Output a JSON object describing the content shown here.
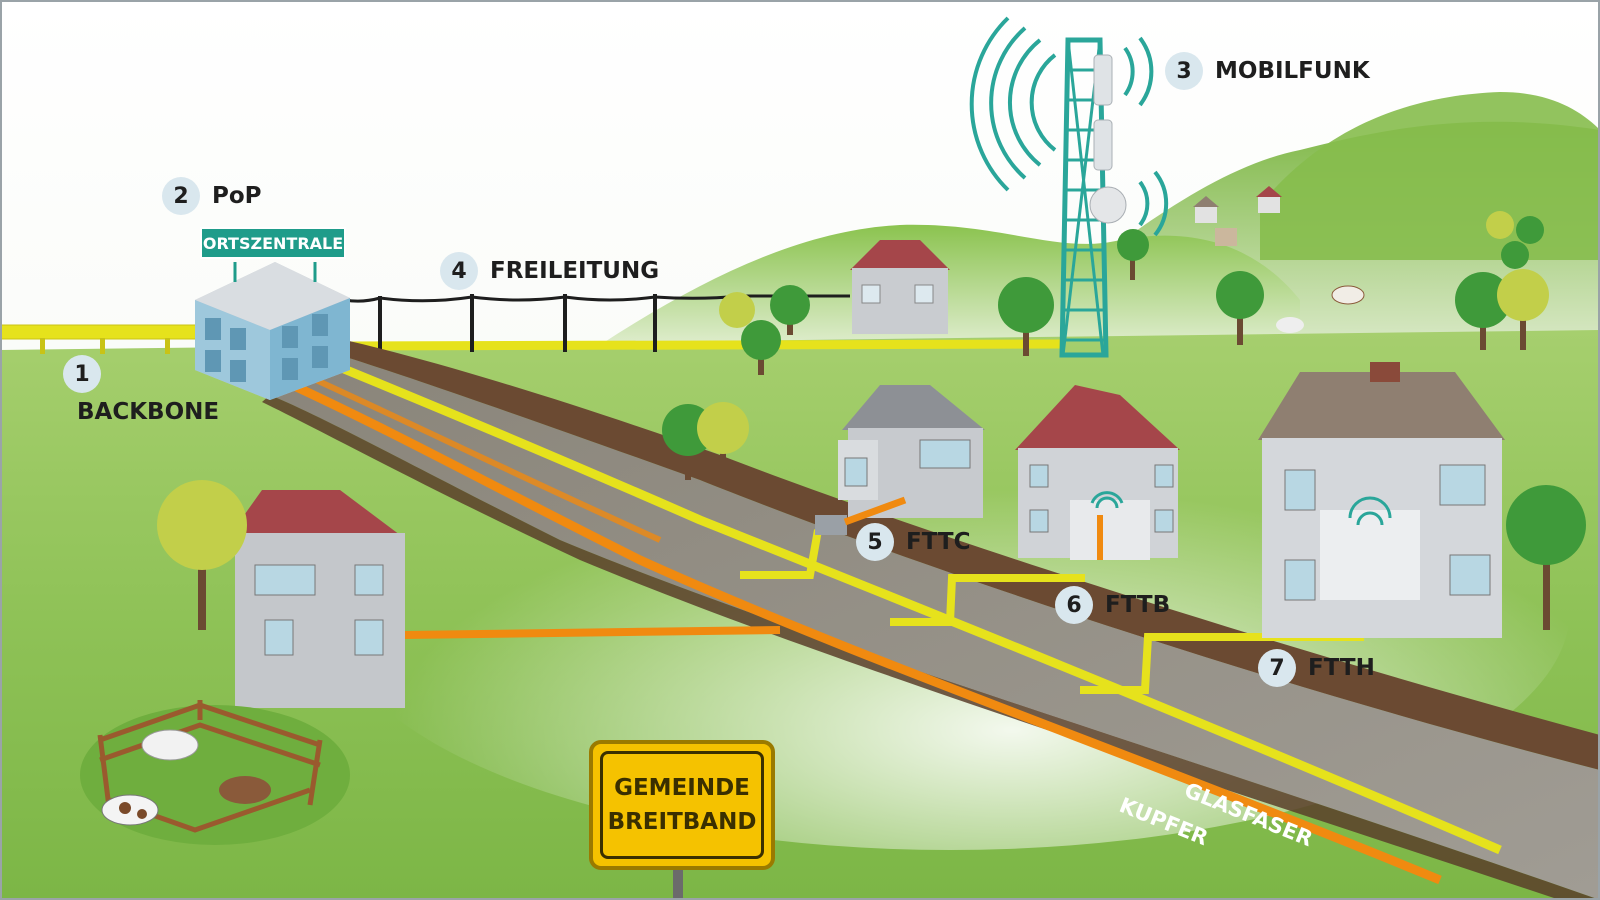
{
  "labels": {
    "backbone": {
      "num": "1",
      "text": "BACKBONE"
    },
    "pop": {
      "num": "2",
      "text": "PoP"
    },
    "mobilfunk": {
      "num": "3",
      "text": "MOBILFUNK"
    },
    "freileitung": {
      "num": "4",
      "text": "FREILEITUNG"
    },
    "fttc": {
      "num": "5",
      "text": "FTTC"
    },
    "fttb": {
      "num": "6",
      "text": "FTTB"
    },
    "ftth": {
      "num": "7",
      "text": "FTTH"
    }
  },
  "building_sign": "ORTSZENTRALE",
  "road": {
    "glasfaser": "GLASFASER",
    "kupfer": "KUPFER"
  },
  "town_sign": {
    "line1": "GEMEINDE",
    "line2": "BREITBAND"
  },
  "colors": {
    "glasfaser": "#e6e21c",
    "kupfer": "#f08a10",
    "grass": "#8cc04a",
    "hill": "#7db348",
    "road": "#7a7568",
    "soil": "#6b4a32",
    "sign": "#f5c200",
    "plate": "#1f9c8a",
    "roof": "#a5464a",
    "wall": "#bfc3c8"
  }
}
